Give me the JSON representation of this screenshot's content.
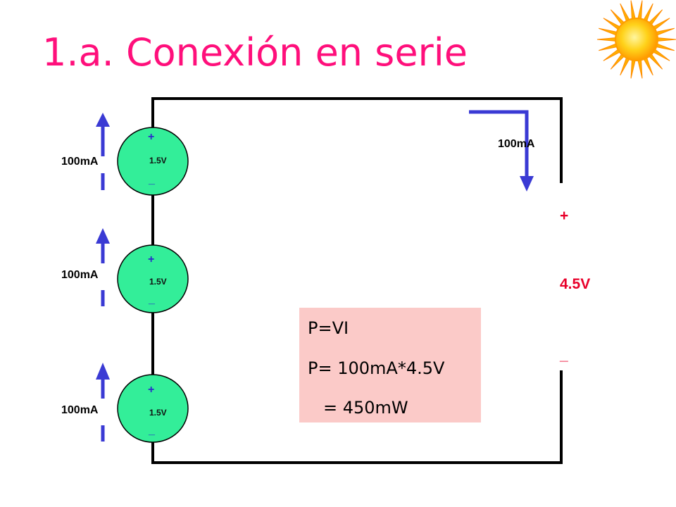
{
  "title": "1.a. Conexión en serie",
  "batteries": [
    {
      "plus": "+",
      "voltage": "1.5V",
      "minus": "_",
      "current": "100mA"
    },
    {
      "plus": "+",
      "voltage": "1.5V",
      "minus": "_",
      "current": "100mA"
    },
    {
      "plus": "+",
      "voltage": "1.5V",
      "minus": "_",
      "current": "100mA"
    }
  ],
  "output": {
    "plus": "+",
    "voltage": "4.5V",
    "minus": "_",
    "current": "100mA"
  },
  "formula": {
    "line1": "P=VI",
    "line2": "P= 100mA*4.5V",
    "line3": "= 450mW"
  },
  "colors": {
    "title": "#ff0f7b",
    "battery_fill": "#33ee99",
    "arrow": "#3a3ad4",
    "output_text": "#e8002a",
    "formula_bg": "#fbcac8",
    "wire": "#000000"
  },
  "icons": [
    "sun-icon",
    "battery-icon",
    "current-arrow-icon"
  ]
}
